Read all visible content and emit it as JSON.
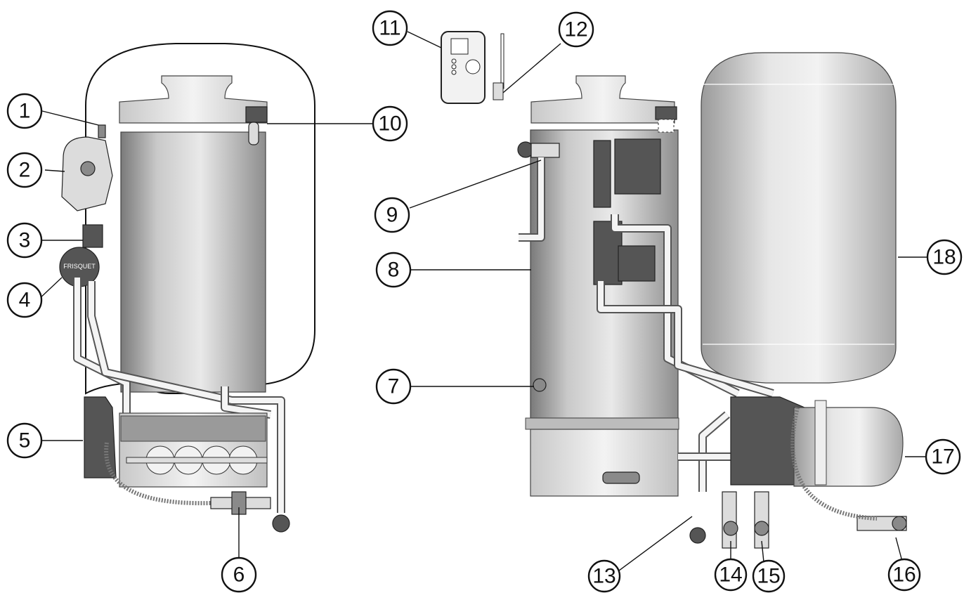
{
  "callouts": [
    {
      "label": "1"
    },
    {
      "label": "2"
    },
    {
      "label": "3"
    },
    {
      "label": "4"
    },
    {
      "label": "5"
    },
    {
      "label": "6"
    },
    {
      "label": "7"
    },
    {
      "label": "8"
    },
    {
      "label": "9"
    },
    {
      "label": "10"
    },
    {
      "label": "11"
    },
    {
      "label": "12"
    },
    {
      "label": "13"
    },
    {
      "label": "14"
    },
    {
      "label": "15"
    },
    {
      "label": "16"
    },
    {
      "label": "17"
    },
    {
      "label": "18"
    }
  ],
  "pump_brand": "FRISQUET",
  "colors": {
    "metal_dark": "#555555",
    "metal_light": "#dcdcdc",
    "outline": "#111111"
  }
}
